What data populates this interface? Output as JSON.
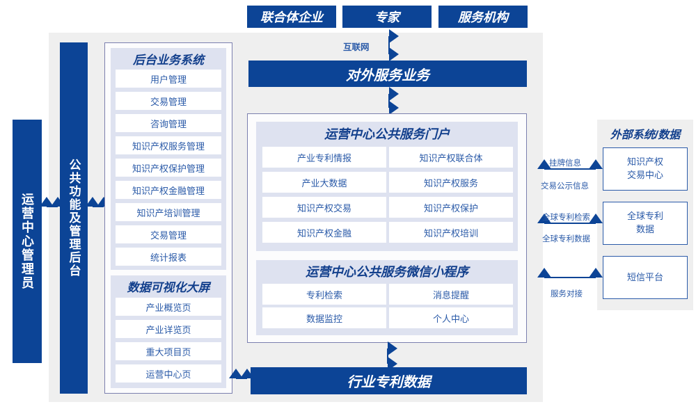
{
  "colors": {
    "navy": "#0c4496",
    "panel_lavender": "#dee2f0",
    "page_gray": "#efefef",
    "text_blue": "#2a5aa8",
    "border_blue_gray": "#7b7fae"
  },
  "top_actors": [
    {
      "label": "联合体企业"
    },
    {
      "label": "专家"
    },
    {
      "label": "服务机构"
    }
  ],
  "connectors": {
    "internet": "互联网",
    "external": [
      {
        "up": "挂牌信息",
        "down": "交易公示信息"
      },
      {
        "up": "全球专利检索",
        "down": "全球专利数据"
      },
      {
        "up": "",
        "down": "服务对接"
      }
    ]
  },
  "external_service_bar": {
    "label": "对外服务业务"
  },
  "left_columns": [
    {
      "label": "运营中心管理员"
    },
    {
      "label": "公共功能及管理后台"
    }
  ],
  "backoffice": {
    "title": "后台业务系统",
    "items": [
      "用户管理",
      "交易管理",
      "咨询管理",
      "知识产权服务管理",
      "知识产权保护管理",
      "知识产权金融管理",
      "知识产培训管理",
      "交易管理",
      "统计报表"
    ]
  },
  "dataviz": {
    "title": "数据可视化大屏",
    "items": [
      "产业概览页",
      "产业详览页",
      "重大项目页",
      "运营中心页"
    ]
  },
  "portal": {
    "title": "运营中心公共服务门户",
    "items": [
      "产业专利情报",
      "知识产权联合体",
      "产业大数据",
      "知识产权服务",
      "知识产权交易",
      "知识产权保护",
      "知识产权金融",
      "知识产权培训"
    ]
  },
  "miniprogram": {
    "title": "运营中心公共服务微信小程序",
    "items": [
      "专利检索",
      "消息提醒",
      "数据监控",
      "个人中心"
    ]
  },
  "bottom_bar": {
    "label": "行业专利数据"
  },
  "external_systems": {
    "title": "外部系统/数据",
    "items": [
      "知识产权\n交易中心",
      "全球专利\n数据",
      "短信平台"
    ]
  }
}
